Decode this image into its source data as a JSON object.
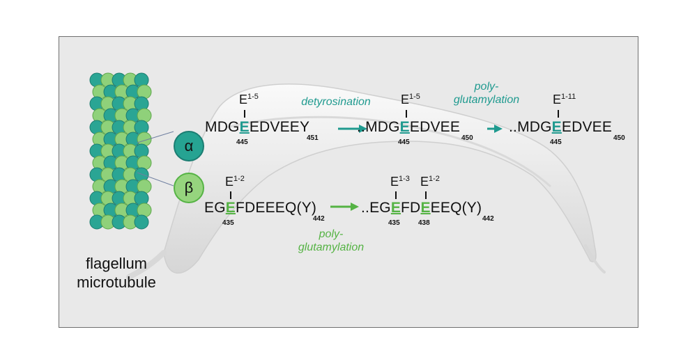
{
  "colors": {
    "alpha": "#1f9a8f",
    "beta": "#55b344",
    "background": "#e9e9e9",
    "microtubule_dark": "#2aa594",
    "microtubule_light": "#8fd17a"
  },
  "microtubule": {
    "label_line1": "flagellum",
    "label_line2": "microtubule"
  },
  "subunits": {
    "alpha_symbol": "α",
    "beta_symbol": "β"
  },
  "alpha_row": {
    "steps": [
      {
        "prefix": "MDG",
        "modified_residue": "E",
        "suffix": "EDVEEY",
        "position": "445",
        "end_index": "451",
        "modification": "E",
        "modification_range": "1-5"
      },
      {
        "prefix": "..MDG",
        "modified_residue": "E",
        "suffix": "EDVEE",
        "position": "445",
        "end_index": "450",
        "modification": "E",
        "modification_range": "1-5"
      },
      {
        "prefix": "..MDG",
        "modified_residue": "E",
        "suffix": "EDVEE",
        "position": "445",
        "end_index": "450",
        "modification": "E",
        "modification_range": "1-11"
      }
    ],
    "transitions": [
      {
        "label_line1": "detyrosination",
        "label_line2": ""
      },
      {
        "label_line1": "poly-",
        "label_line2": "glutamylation"
      }
    ]
  },
  "beta_row": {
    "steps": [
      {
        "seq_1": "EG",
        "mod_1": "E",
        "seq_2": "FDEEEQ(Y)",
        "position_1": "435",
        "end_index": "442",
        "modification_1": "E",
        "modification_range_1": "1-2"
      },
      {
        "seq_1": "..EG",
        "mod_1": "E",
        "seq_2": "FD",
        "mod_2": "E",
        "seq_3": "EEQ(Y)",
        "position_1": "435",
        "position_2": "438",
        "end_index": "442",
        "modification_1": "E",
        "modification_range_1": "1-3",
        "modification_2": "E",
        "modification_range_2": "1-2"
      }
    ],
    "transitions": [
      {
        "label_line1": "poly-",
        "label_line2": "glutamylation"
      }
    ]
  }
}
